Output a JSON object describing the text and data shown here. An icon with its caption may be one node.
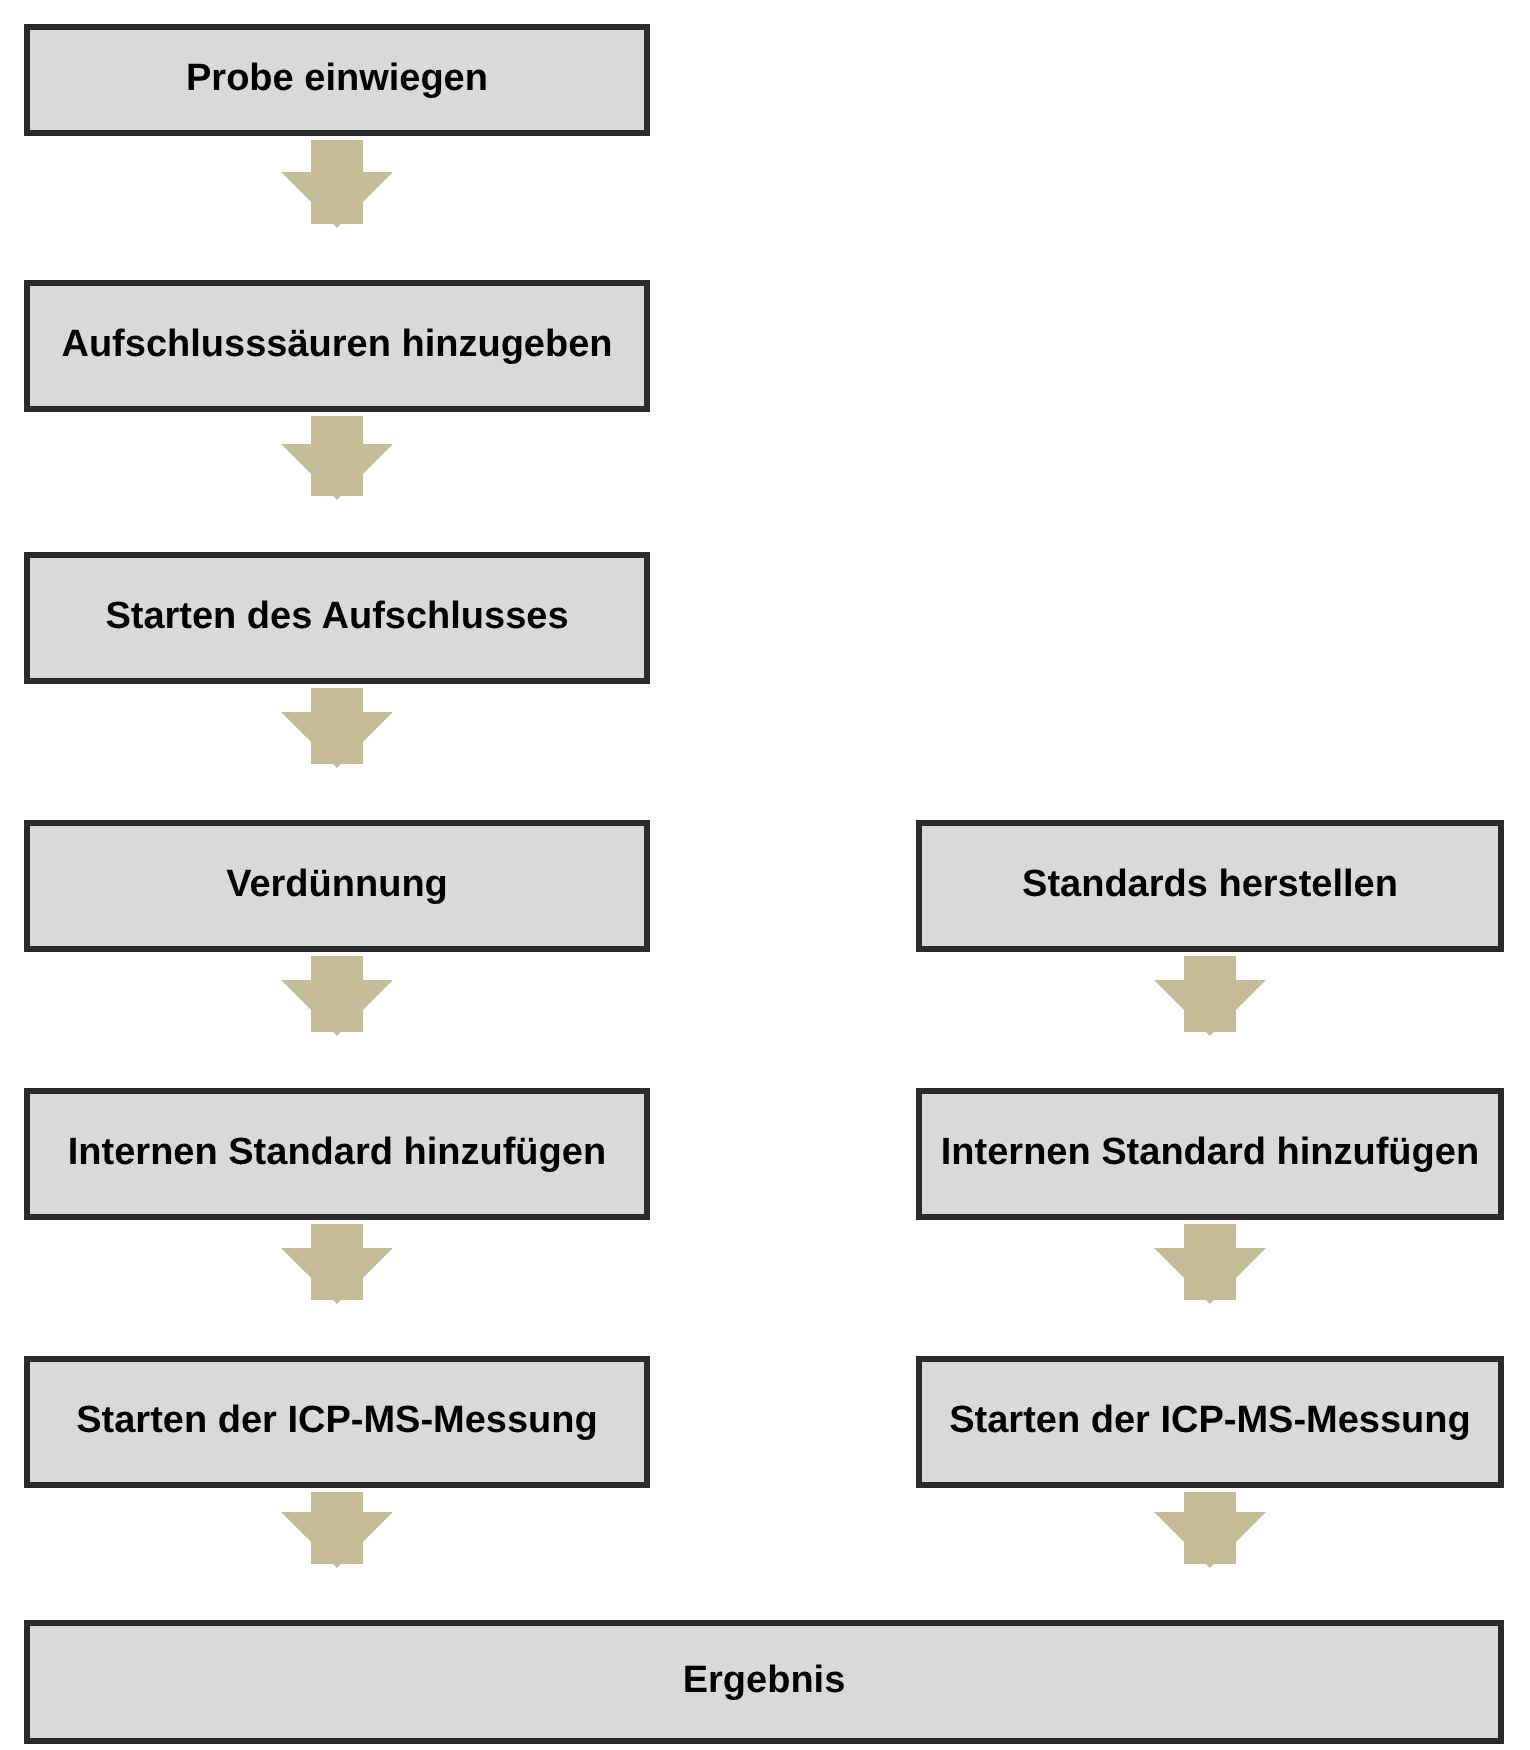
{
  "diagram": {
    "nodes": [
      {
        "text": [
          "Probe einwiegen"
        ]
      },
      {
        "text": [
          "Aufschlusssäuren hinzugeben"
        ]
      },
      {
        "text": [
          "Starten des Aufschlusses"
        ]
      },
      {
        "text": [
          "Verdünnung"
        ]
      },
      {
        "text": [
          "Standards herstellen"
        ]
      },
      {
        "text": [
          "Internen Standard hinzufügen"
        ]
      },
      {
        "text": [
          "Internen Standard hinzufügen"
        ]
      },
      {
        "text": [
          "Starten der ICP-MS-Messung"
        ]
      },
      {
        "text": [
          "Starten der ICP-MS-Messung"
        ]
      },
      {
        "text": [
          "Ergebnis"
        ]
      }
    ],
    "edges": [
      {
        "from": 0,
        "to": 1,
        "arrow": "to"
      },
      {
        "from": 1,
        "to": 2,
        "arrow": "to"
      },
      {
        "from": 2,
        "to": 3,
        "arrow": "to"
      },
      {
        "from": 3,
        "to": 5,
        "arrow": "to"
      },
      {
        "from": 4,
        "to": 6,
        "arrow": "to"
      },
      {
        "from": 5,
        "to": 7,
        "arrow": "to"
      },
      {
        "from": 6,
        "to": 8,
        "arrow": "to"
      },
      {
        "from": 7,
        "to": 9,
        "arrow": "to"
      },
      {
        "from": 8,
        "to": 9,
        "arrow": "to"
      }
    ]
  }
}
